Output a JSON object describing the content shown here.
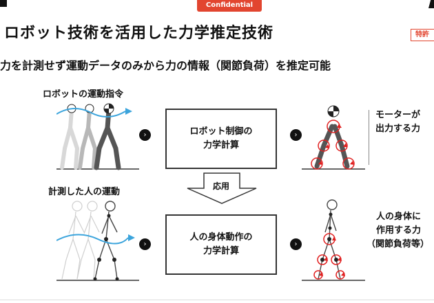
{
  "header": {
    "badge": "Confidential",
    "title": "ロボット技術を活用した力学推定技術",
    "tag": "特許"
  },
  "subtitle": "力を計測せず運動データのみから力の情報（関節負荷）を推定可能",
  "top_row": {
    "section_label": "ロボットの運動指令",
    "calc_box": [
      "ロボット制御の",
      "力学計算"
    ],
    "result": [
      "モーターが",
      "出力する力"
    ],
    "arrow_glyph": "›"
  },
  "middle": {
    "apply_label": "応用"
  },
  "bottom_row": {
    "section_label": "計測した人の運動",
    "calc_box": [
      "人の身体動作の",
      "力学計算"
    ],
    "result": [
      "人の身体に",
      "作用する力",
      "（関節負荷等）"
    ],
    "arrow_glyph": "›"
  },
  "colors": {
    "accent": "#e2452f",
    "flow": "#3ba4dc",
    "force": "#e02020"
  },
  "icons": [
    "play-arrow-icon",
    "robot-walk-figure",
    "robot-leg-figure",
    "human-walk-figure",
    "human-skeleton-figure"
  ]
}
